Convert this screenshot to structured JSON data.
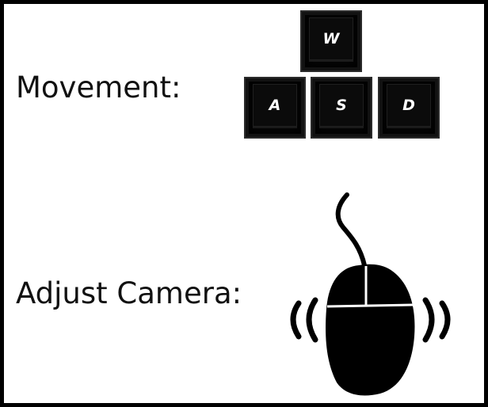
{
  "labels": {
    "movement": "Movement:",
    "adjust_camera": "Adjust Camera:"
  },
  "keys": [
    {
      "id": "w",
      "letter": "W"
    },
    {
      "id": "a",
      "letter": "A"
    },
    {
      "id": "s",
      "letter": "S"
    },
    {
      "id": "d",
      "letter": "D"
    }
  ],
  "icons": {
    "mouse": "mouse-icon",
    "motion": "mouse-motion-icon"
  },
  "colors": {
    "border": "#000000",
    "background": "#ffffff",
    "key_face": "#0b0b0b",
    "key_text": "#ffffff",
    "text": "#111111"
  }
}
